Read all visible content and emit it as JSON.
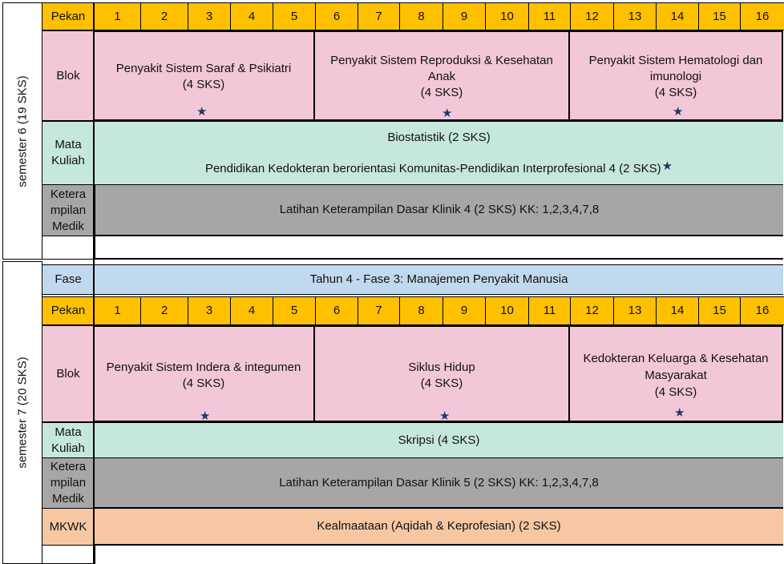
{
  "weeks": [
    "1",
    "2",
    "3",
    "4",
    "5",
    "6",
    "7",
    "8",
    "9",
    "10",
    "11",
    "12",
    "13",
    "14",
    "15",
    "16"
  ],
  "star_symbol": "★",
  "semester6": {
    "title": "semester 6 (19 SKS)",
    "pekan_label": "Pekan",
    "blok_label": "Blok",
    "blocks": [
      {
        "line1": "Penyakit Sistem Saraf & Psikiatri",
        "line2": "(4 SKS)"
      },
      {
        "line1": "Penyakit Sistem Reproduksi & Kesehatan",
        "line2": "Anak",
        "line3": "(4 SKS)"
      },
      {
        "line1": "Penyakit Sistem Hematologi dan",
        "line2": "imunologi",
        "line3": "(4 SKS)"
      }
    ],
    "mata_kuliah_label_1": "Mata",
    "mata_kuliah_label_2": "Kuliah",
    "mata_kuliah_1": "Biostatistik (2 SKS)",
    "mata_kuliah_2": "Pendidikan Kedokteran berorientasi Komunitas-Pendidikan Interprofesional 4 (2 SKS)",
    "keterampilan_label_1": "Ketera",
    "keterampilan_label_2": "mpilan",
    "keterampilan_label_3": "Medik",
    "keterampilan": "Latihan Keterampilan Dasar Klinik 4 (2 SKS) KK: 1,2,3,4,7,8"
  },
  "fase": {
    "label": "Fase",
    "value": "Tahun 4 - Fase 3: Manajemen Penyakit Manusia"
  },
  "semester7": {
    "title": "semester 7 (20 SKS)",
    "pekan_label": "Pekan",
    "blok_label": "Blok",
    "blocks": [
      {
        "line1": "Penyakit Sistem Indera & integumen",
        "line2": "(4 SKS)"
      },
      {
        "line1": "Siklus Hidup",
        "line2": "(4 SKS)"
      },
      {
        "line1": "Kedokteran Keluarga & Kesehatan",
        "line2": "Masyarakat",
        "line3": "(4 SKS)"
      }
    ],
    "mata_kuliah_label_1": "Mata",
    "mata_kuliah_label_2": "Kuliah",
    "mata_kuliah": "Skripsi (4 SKS)",
    "keterampilan_label_1": "Ketera",
    "keterampilan_label_2": "mpilan",
    "keterampilan_label_3": "Medik",
    "keterampilan": "Latihan Keterampilan Dasar Klinik 5 (2 SKS) KK: 1,2,3,4,7,8",
    "mkwk_label": "MKWK",
    "mkwk": "Kealmaataan (Aqidah & Keprofesian) (2 SKS)"
  }
}
